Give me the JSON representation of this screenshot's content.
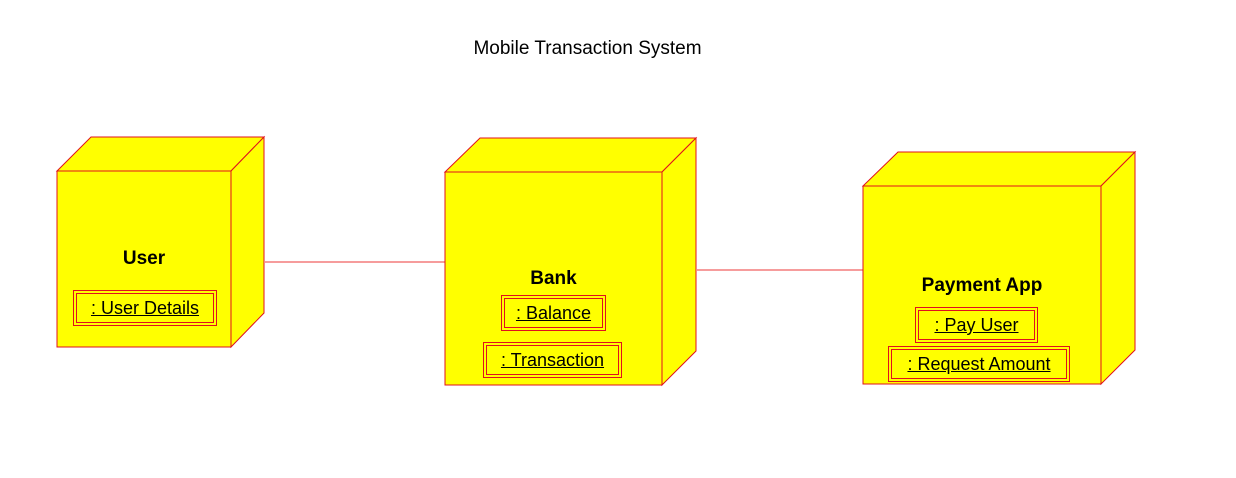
{
  "diagram": {
    "title": "Mobile Transaction System",
    "colors": {
      "node_fill": "#ffff00",
      "node_stroke": "#e0101e",
      "connector": "#f06060"
    },
    "nodes": [
      {
        "name": "User",
        "components": [
          ": User Details"
        ]
      },
      {
        "name": "Bank",
        "components": [
          ": Balance",
          ": Transaction"
        ]
      },
      {
        "name": "Payment App",
        "components": [
          ": Pay User",
          ": Request Amount"
        ]
      }
    ],
    "connectors": [
      {
        "from": "User",
        "to": "Bank"
      },
      {
        "from": "Bank",
        "to": "Payment App"
      }
    ]
  }
}
